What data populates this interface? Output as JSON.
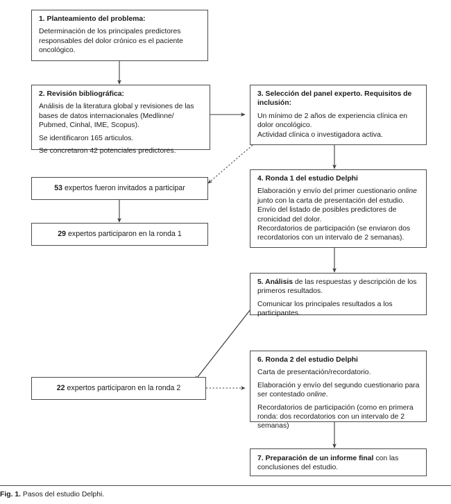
{
  "figure": {
    "label": "Fig. 1.",
    "caption": "Pasos del estudio Delphi."
  },
  "nodes": {
    "n1": {
      "title": "1. Planteamiento del problema:",
      "body": "Determinación de los principales predictores responsables del dolor crónico es el paciente oncológico."
    },
    "n2": {
      "title": "2. Revisión bibliográfica:",
      "body1": "Análisis de la literatura global y revisiones de las bases de datos internacionales (Medlinne/ Pubmed, Cinhal, IME, Scopus).",
      "body2": "Se identificaron 165 articulos.",
      "body3": "Se concretaron 42 potenciales predictores."
    },
    "n3": {
      "title": "3. Selección del panel experto. Requisitos de inclusión:",
      "body1": "Un mínimo de 2 años de experiencia clínica en dolor oncológico.",
      "body2": "Actividad clínica o investigadora activa."
    },
    "n4": {
      "title": "4. Ronda 1 del estudio Delphi",
      "body1_a": "Elaboración y envío del primer cuestionario ",
      "body1_i": "online",
      "body1_b": " junto con la carta de presentación del estudio.",
      "body2": "Envío del listado de posibles predictores de cronicidad del dolor.",
      "body3": "Recordatorios de participación (se enviaron dos recordatorios con un intervalo de 2 semanas)."
    },
    "n5": {
      "title_bold": "5. Análisis",
      "title_rest": " de las respuestas y descripción de los primeros resultados.",
      "body2": "Comunicar los principales resultados a los participantes."
    },
    "n6": {
      "title": "6. Ronda 2 del estudio Delphi",
      "body1": "Carta de presentación/recordatorio.",
      "body2_a": "Elaboración y envío del segundo cuestionario para ser contestado ",
      "body2_i": "online",
      "body2_b": ".",
      "body3": "Recordatorios de participación (como en primera ronda: dos recordatorios con un intervalo de 2 semanas)"
    },
    "n7": {
      "title_bold": "7. Preparación de un informe final",
      "title_rest": " con las conclusiones del estudio."
    },
    "invited": {
      "count": "53",
      "text": " expertos fueron invitados a participar"
    },
    "round1": {
      "count": "29",
      "text": " expertos participaron en la ronda 1"
    },
    "round2": {
      "count": "22",
      "text": " expertos participaron en la ronda 2"
    }
  },
  "connectors": [
    {
      "name": "arrow-n1-to-n2",
      "style": "solid"
    },
    {
      "name": "arrow-n2-to-n3",
      "style": "solid"
    },
    {
      "name": "arrow-n3-to-invited",
      "style": "dotted"
    },
    {
      "name": "arrow-n3-to-n4",
      "style": "solid"
    },
    {
      "name": "arrow-invited-to-round1",
      "style": "solid"
    },
    {
      "name": "arrow-n4-to-n5",
      "style": "solid"
    },
    {
      "name": "arrow-n5-to-round2",
      "style": "solid"
    },
    {
      "name": "arrow-round2-to-n6",
      "style": "dotted"
    },
    {
      "name": "arrow-n6-to-n7",
      "style": "solid"
    }
  ],
  "colors": {
    "border": "#4a4a4a",
    "text": "#1a1a1a",
    "background": "#ffffff"
  }
}
